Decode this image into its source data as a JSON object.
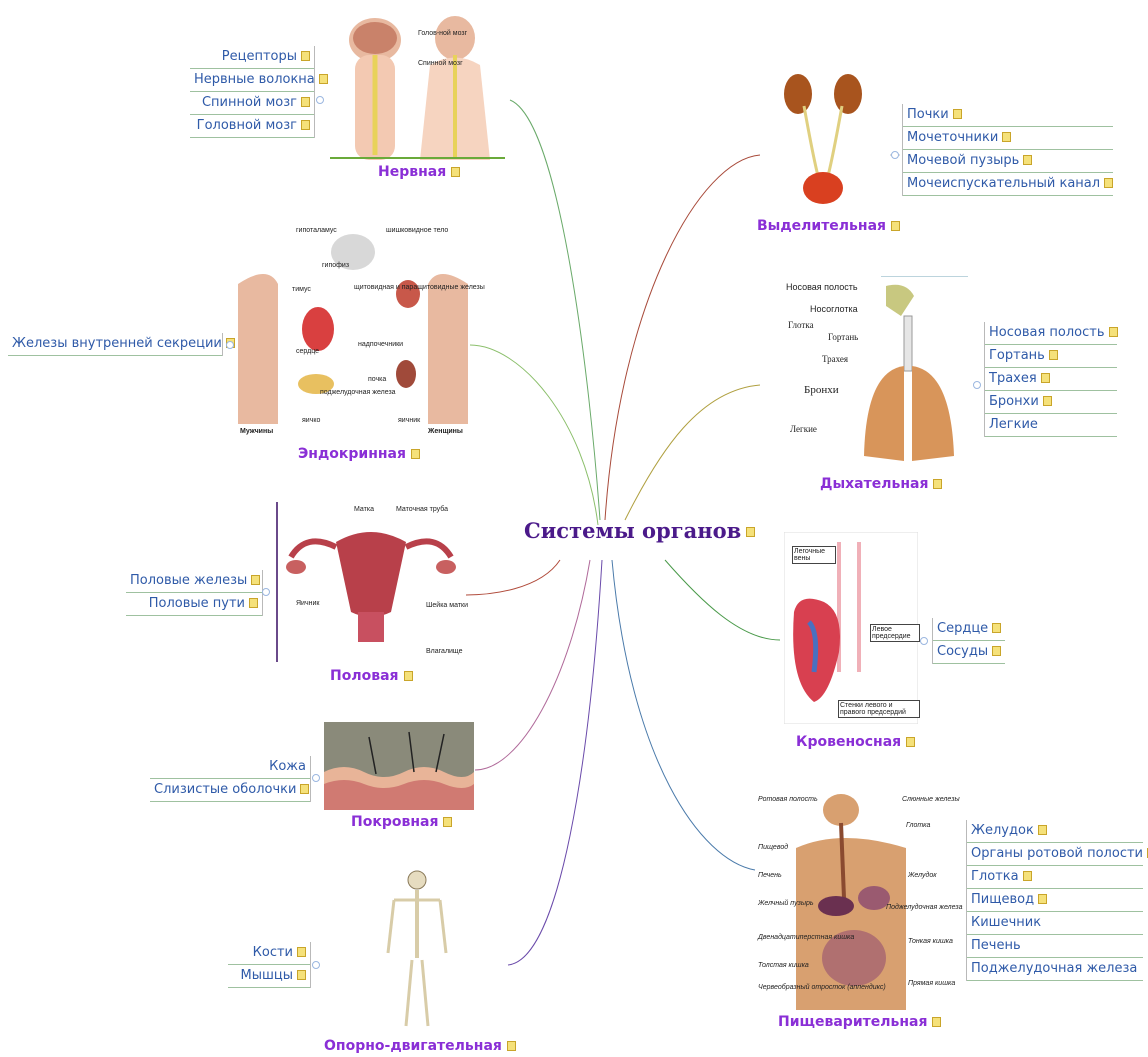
{
  "center": {
    "label": "Системы органов"
  },
  "branches": {
    "nervous": {
      "title": "Нервная",
      "items": [
        "Рецепторы",
        "Нервные волокна",
        "Спинной мозг",
        "Головной мозг"
      ],
      "fig": [
        "Голов-ной мозг",
        "Спинной мозг"
      ]
    },
    "endocrine": {
      "title": "Эндокринная",
      "items": [
        "Железы внутренней секреции"
      ],
      "fig": [
        "гипоталамус",
        "шишковидное тело",
        "гипофиз",
        "тимус",
        "щитовидная и паращитовидные железы",
        "сердце",
        "надпочечники",
        "почка",
        "поджелудочная железа",
        "яичко",
        "яичник",
        "Мужчины",
        "Женщины"
      ]
    },
    "reproductive": {
      "title": "Половая",
      "items": [
        "Половые железы",
        "Половые пути"
      ],
      "fig": [
        "Матка",
        "Маточная труба",
        "Яичник",
        "Шейка матки",
        "Влагалище"
      ]
    },
    "integumentary": {
      "title": "Покровная",
      "items": [
        "Кожа",
        "Слизистые оболочки"
      ]
    },
    "musculoskeletal": {
      "title": "Опорно-двигательная",
      "items": [
        "Кости",
        "Мышцы"
      ]
    },
    "excretory": {
      "title": "Выделительная",
      "items": [
        "Почки",
        "Мочеточники",
        "Мочевой пузырь",
        "Мочеиспускательный канал"
      ]
    },
    "respiratory": {
      "title": "Дыхательная",
      "items": [
        "Носовая полость",
        "Гортань",
        "Трахея",
        "Бронхи",
        "Легкие"
      ],
      "fig": [
        "Носовая полость",
        "Носоглотка",
        "Глотка",
        "Гортань",
        "Трахея",
        "Бронхи",
        "Легкие"
      ]
    },
    "circulatory": {
      "title": "Кровеносная",
      "items": [
        "Сердце",
        "Сосуды"
      ],
      "fig": [
        "Легочные вены",
        "Левое предсердие",
        "Стенки левого и правого предсердий"
      ]
    },
    "digestive": {
      "title": "Пищеварительная",
      "items": [
        "Желудок",
        "Органы ротовой полости",
        "Глотка",
        "Пищевод",
        "Кишечник",
        "Печень",
        "Поджелудочная железа"
      ],
      "fig": [
        "Ротовая полость",
        "Слюнные железы",
        "Глотка",
        "Пищевод",
        "Печень",
        "Желудок",
        "Желчный пузырь",
        "Поджелудочная железа",
        "Двенадцатиперстная кишка",
        "Тонкая кишка",
        "Толстая кишка",
        "Червеобразный отросток (аппендикс)",
        "Прямая кишка"
      ]
    }
  },
  "colors": {
    "branch_title": "#8a2fd6",
    "topic_text": "#2f5aa8",
    "center_text": "#4b1a8a",
    "note_icon": "#f5e17a"
  },
  "icons": [
    "note-icon",
    "collapse-dot-icon"
  ]
}
